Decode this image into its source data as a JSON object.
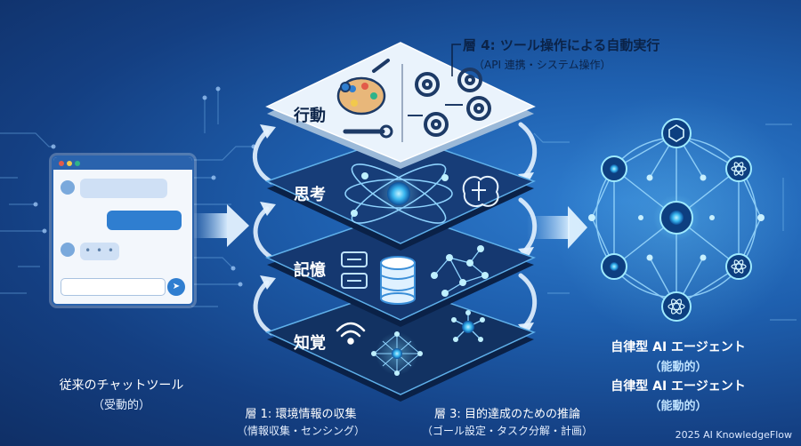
{
  "layers": {
    "action": "行動",
    "thinking": "思考",
    "memory": "記憶",
    "perception": "知覚"
  },
  "captions": {
    "layer4_title": "層 4: ツール操作による自動実行",
    "layer4_sub": "（API 連携・システム操作）",
    "layer1_title": "層 1: 環境情報の収集",
    "layer1_sub": "（情報収集・センシング）",
    "layer3_title": "層 3: 目的達成のための推論",
    "layer3_sub": "（ゴール設定・タスク分解・計画）",
    "chat_title": "従来のチャットツール",
    "chat_sub": "（受動的）",
    "agent_title_1": "自律型 AI エージェント",
    "agent_sub_1": "（能動的）",
    "agent_title_2": "自律型 AI エージェント",
    "agent_sub_2": "（能動的）"
  },
  "footer": "2025 AI KnowledgeFlow",
  "colors": {
    "background": "#1e5fae",
    "layer_dark": "#0d2a55",
    "layer_light": "#e8f2fc",
    "accent_glow": "#6fd6ff",
    "chat_panel": "#f3f7fc",
    "bubble": "#2f7ed0"
  },
  "icons": [
    "palette-icon",
    "wrench-icon",
    "gear-icon",
    "atom-icon",
    "brain-icon",
    "database-icon",
    "wifi-icon",
    "network-icon",
    "send-icon",
    "avatar-icon",
    "cube-icon"
  ]
}
